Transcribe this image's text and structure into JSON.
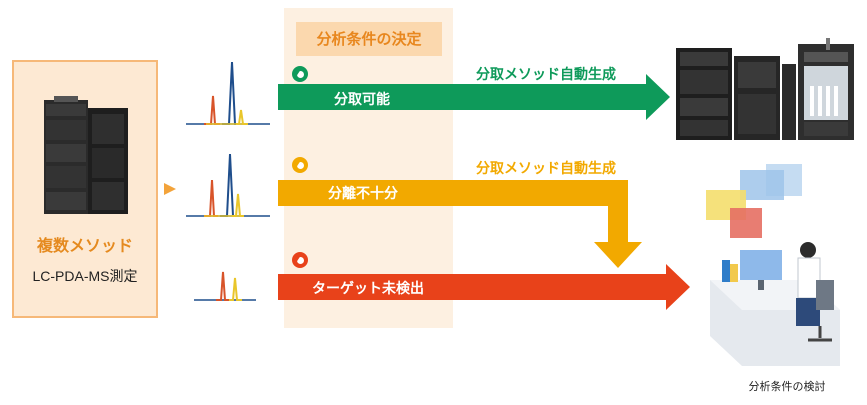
{
  "source": {
    "title": "複数メソッド",
    "subtitle": "LC-PDA-MS測定"
  },
  "decision": {
    "title": "分析条件の決定"
  },
  "rows": [
    {
      "result": "分取可能",
      "auto_label": "分取メソッド自動生成",
      "color": "#0e9a5a"
    },
    {
      "result": "分離不十分",
      "auto_label": "分取メソッド自動生成",
      "color": "#f2a900"
    },
    {
      "result": "ターゲット未検出",
      "color": "#e8421a"
    }
  ],
  "destination": {
    "caption": "分析条件の検討"
  },
  "colors": {
    "source_fill": "#fde9d3",
    "source_border": "#f6b878",
    "decision_fill": "#fdf0e1",
    "decision_title_fill": "#fbd8ae",
    "accent_orange": "#e8871e",
    "peak_blue": "#1f4e8c",
    "peak_red": "#d8542a",
    "peak_yellow": "#e9c62b"
  }
}
